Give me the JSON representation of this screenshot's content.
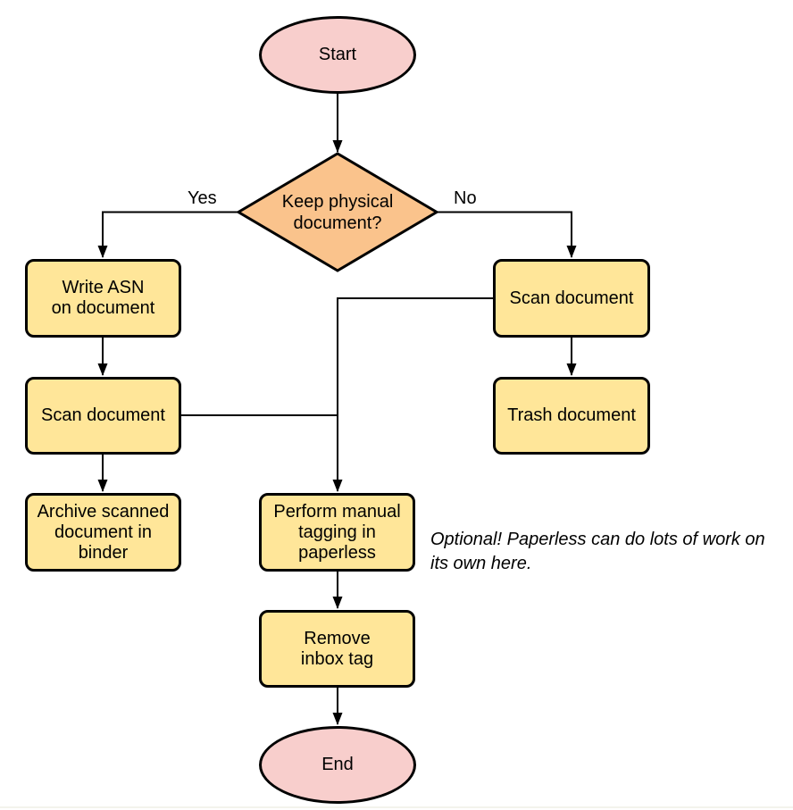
{
  "colors": {
    "background": "#ffffff",
    "stroke": "#000000",
    "terminal_fill": "#f8cecc",
    "decision_fill": "#fac38c",
    "process_fill": "#ffe699"
  },
  "nodes": {
    "start": {
      "label": "Start"
    },
    "decision": {
      "label": "Keep physical\ndocument?"
    },
    "write_asn": {
      "label": "Write ASN\non document"
    },
    "scan_left": {
      "label": "Scan document"
    },
    "archive": {
      "label": "Archive scanned\ndocument in\nbinder"
    },
    "scan_right": {
      "label": "Scan document"
    },
    "trash": {
      "label": "Trash document"
    },
    "tagging": {
      "label": "Perform manual\ntagging in\npaperless"
    },
    "remove_inbox": {
      "label": "Remove\ninbox tag"
    },
    "end": {
      "label": "End"
    }
  },
  "edge_labels": {
    "yes": "Yes",
    "no": "No"
  },
  "annotation": {
    "text": "Optional! Paperless can do lots of work on\nits own here."
  }
}
